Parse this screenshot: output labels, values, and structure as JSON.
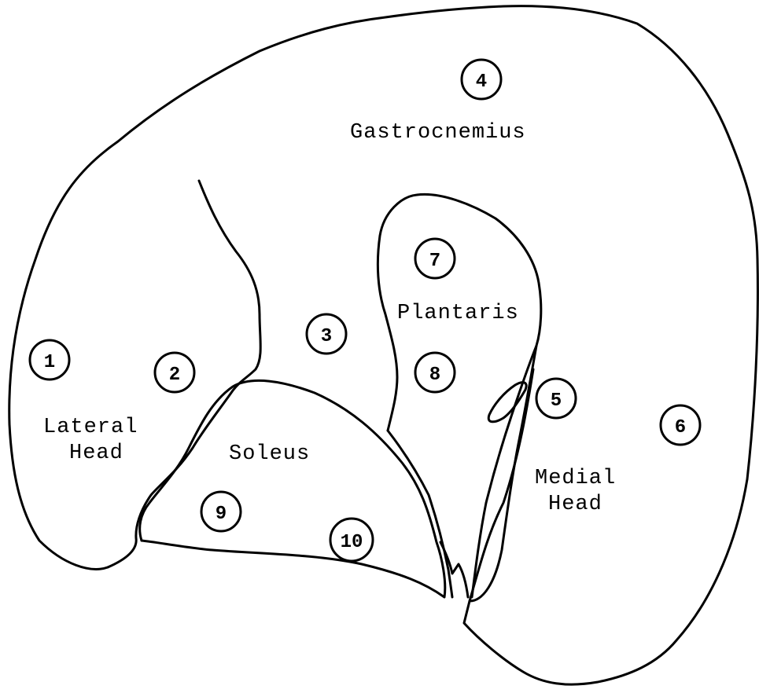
{
  "labels": {
    "gastrocnemius": "Gastrocnemius",
    "plantaris": "Plantaris",
    "lateral_head_line1": "Lateral",
    "lateral_head_line2": "Head",
    "soleus": "Soleus",
    "medial_head_line1": "Medial",
    "medial_head_line2": "Head"
  },
  "markers": [
    "1",
    "2",
    "3",
    "4",
    "5",
    "6",
    "7",
    "8",
    "9",
    "10"
  ],
  "colors": {
    "stroke": "#000000",
    "background": "#ffffff"
  }
}
